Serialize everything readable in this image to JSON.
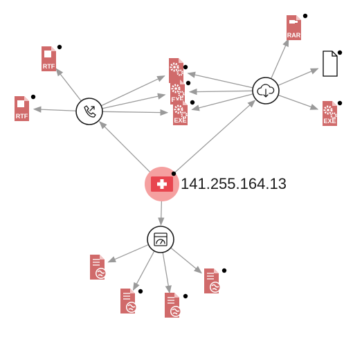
{
  "graph": {
    "colors": {
      "edge": "#9a9a9a",
      "file": "#d06a6a",
      "fileFold": "#f2c5c5",
      "hubStroke": "#1a1a1a",
      "ipHalo": "#f5a0a0",
      "ipBox": "#e8454f",
      "badge": "#000000"
    },
    "center": {
      "id": "ip",
      "icon": "first-aid-icon",
      "label": "141.255.164.13"
    },
    "hubs": [
      {
        "id": "phone",
        "icon": "phone-call-icon"
      },
      {
        "id": "cloud",
        "icon": "cloud-download-icon"
      },
      {
        "id": "browser",
        "icon": "browser-window-icon"
      }
    ],
    "files": [
      {
        "id": "rtf1",
        "icon": "rtf-file-icon",
        "label": "RTF"
      },
      {
        "id": "rtf2",
        "icon": "rtf-file-icon",
        "label": "RTF"
      },
      {
        "id": "gear1",
        "icon": "gear-file-icon",
        "label": ""
      },
      {
        "id": "exe1",
        "icon": "exe-file-icon",
        "label": "EXE"
      },
      {
        "id": "exe2",
        "icon": "exe-file-icon",
        "label": "EXE"
      },
      {
        "id": "rar",
        "icon": "rar-file-icon",
        "label": "RAR"
      },
      {
        "id": "blank",
        "icon": "blank-file-icon",
        "label": ""
      },
      {
        "id": "exe3",
        "icon": "exe-file-icon",
        "label": "EXE"
      },
      {
        "id": "web1",
        "icon": "web-document-icon",
        "label": ""
      },
      {
        "id": "web2",
        "icon": "web-document-icon",
        "label": ""
      },
      {
        "id": "web3",
        "icon": "web-document-icon",
        "label": ""
      },
      {
        "id": "web4",
        "icon": "web-document-icon",
        "label": ""
      }
    ],
    "edges": [
      [
        "ip",
        "phone"
      ],
      [
        "ip",
        "cloud"
      ],
      [
        "ip",
        "browser"
      ],
      [
        "phone",
        "rtf1"
      ],
      [
        "phone",
        "rtf2"
      ],
      [
        "phone",
        "gear1"
      ],
      [
        "phone",
        "exe1"
      ],
      [
        "phone",
        "exe2"
      ],
      [
        "cloud",
        "gear1"
      ],
      [
        "cloud",
        "exe1"
      ],
      [
        "cloud",
        "exe2"
      ],
      [
        "cloud",
        "rar"
      ],
      [
        "cloud",
        "blank"
      ],
      [
        "cloud",
        "exe3"
      ],
      [
        "browser",
        "web1"
      ],
      [
        "browser",
        "web2"
      ],
      [
        "browser",
        "web3"
      ],
      [
        "browser",
        "web4"
      ]
    ]
  }
}
